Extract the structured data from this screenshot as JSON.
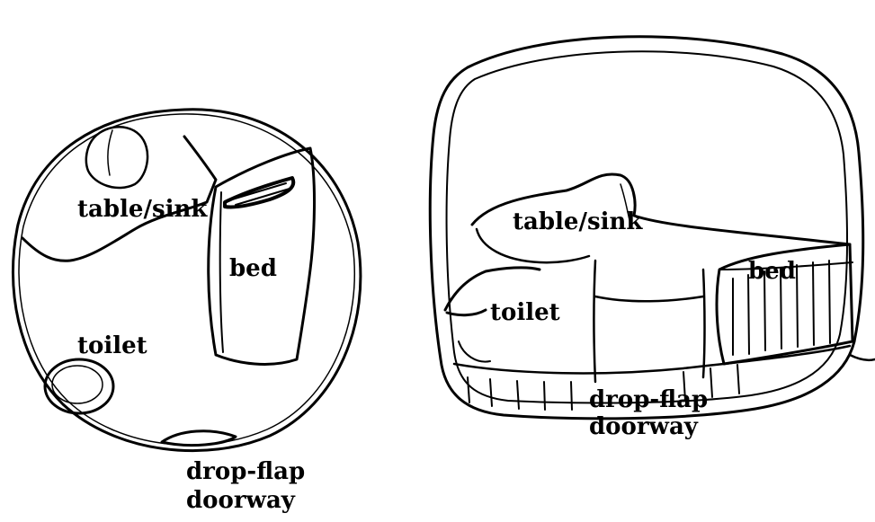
{
  "top_view": {
    "label_table_sink": "table/sink",
    "label_bed": "bed",
    "label_toilet": "toilet",
    "label_door_line1": "drop-flap",
    "label_door_line2": "doorway"
  },
  "side_view": {
    "label_table_sink": "table/sink",
    "label_bed": "bed",
    "label_toilet": "toilet",
    "label_door_line1": "drop-flap",
    "label_door_line2": "doorway"
  }
}
